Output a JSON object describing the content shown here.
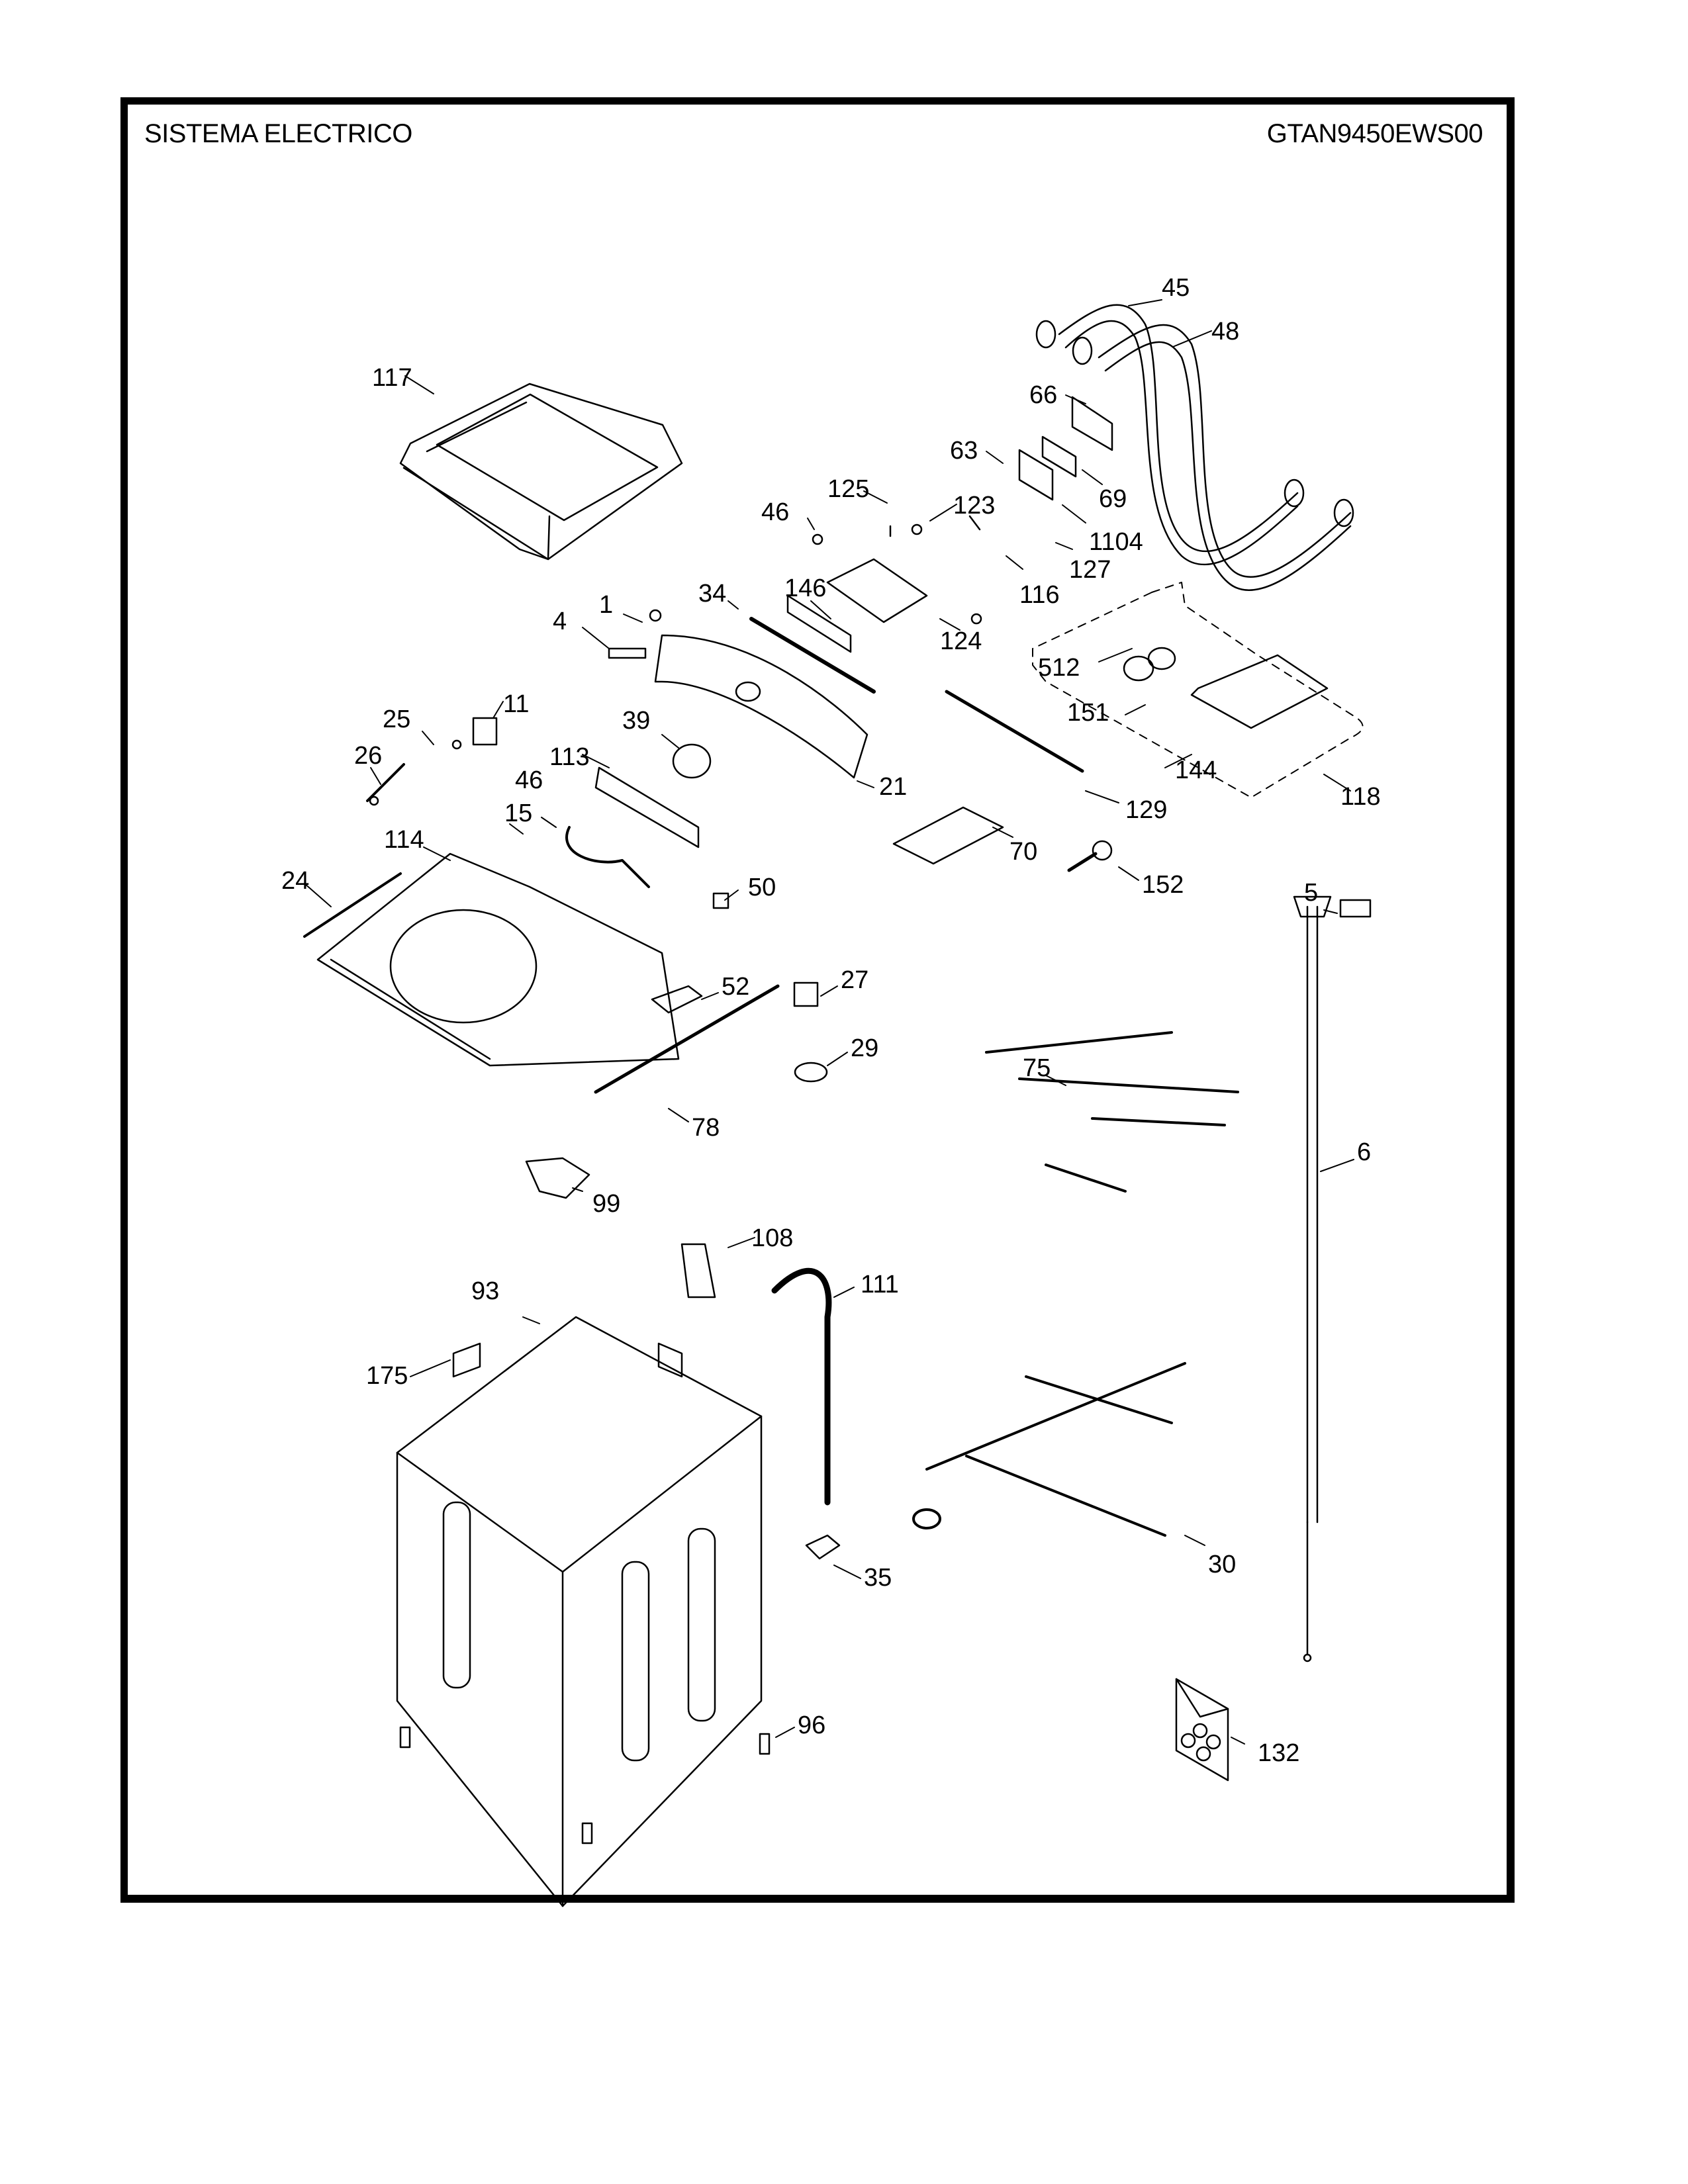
{
  "header": {
    "section_title": "SISTEMA ELECTRICO",
    "model_number": "GTAN9450EWS00"
  },
  "colors": {
    "line_art": "#000000",
    "background": "#ffffff"
  },
  "groups": {
    "valve_kit_dashed_group_callout": "118"
  },
  "callouts": [
    {
      "id": "c45",
      "label": "45",
      "part": "inlet-hose-a"
    },
    {
      "id": "c48",
      "label": "48",
      "part": "inlet-hose-b"
    },
    {
      "id": "c117",
      "label": "117",
      "part": "lid"
    },
    {
      "id": "c66",
      "label": "66",
      "part": "control-board-bracket"
    },
    {
      "id": "c63",
      "label": "63",
      "part": "control-board-cover"
    },
    {
      "id": "c69",
      "label": "69",
      "part": "control-board"
    },
    {
      "id": "c125",
      "label": "125",
      "part": "lid-switch-actuator"
    },
    {
      "id": "c123",
      "label": "123",
      "part": "clip"
    },
    {
      "id": "c46a",
      "label": "46",
      "part": "nut"
    },
    {
      "id": "c1104",
      "label": "1104",
      "part": "screw"
    },
    {
      "id": "c127",
      "label": "127",
      "part": "switch-holder"
    },
    {
      "id": "c146",
      "label": "146",
      "part": "display-panel"
    },
    {
      "id": "c116",
      "label": "116",
      "part": "clip"
    },
    {
      "id": "c34",
      "label": "34",
      "part": "rod"
    },
    {
      "id": "c1",
      "label": "1",
      "part": "knob-insert"
    },
    {
      "id": "c124",
      "label": "124",
      "part": "dispenser-housing"
    },
    {
      "id": "c4",
      "label": "4",
      "part": "badge"
    },
    {
      "id": "c512",
      "label": "512",
      "part": "screws"
    },
    {
      "id": "c11",
      "label": "11",
      "part": "water-valve"
    },
    {
      "id": "c151",
      "label": "151",
      "part": "inlet-valve"
    },
    {
      "id": "c25",
      "label": "25",
      "part": "clamp"
    },
    {
      "id": "c39",
      "label": "39",
      "part": "knob"
    },
    {
      "id": "c26",
      "label": "26",
      "part": "tube"
    },
    {
      "id": "c113",
      "label": "113",
      "part": "dispenser-drawer"
    },
    {
      "id": "c21",
      "label": "21",
      "part": "control-console"
    },
    {
      "id": "c144",
      "label": "144",
      "part": "mounting-plate"
    },
    {
      "id": "c118",
      "label": "118",
      "part": "valve-kit-group"
    },
    {
      "id": "c129",
      "label": "129",
      "part": "rod"
    },
    {
      "id": "c46b",
      "label": "46",
      "part": "nut"
    },
    {
      "id": "c15",
      "label": "15",
      "part": "hose-fitting"
    },
    {
      "id": "c70",
      "label": "70",
      "part": "label-sheet"
    },
    {
      "id": "c114",
      "label": "114",
      "part": "top-cover"
    },
    {
      "id": "c152",
      "label": "152",
      "part": "pressure-sensor"
    },
    {
      "id": "c24",
      "label": "24",
      "part": "harness-short"
    },
    {
      "id": "c50",
      "label": "50",
      "part": "micro-switch"
    },
    {
      "id": "c5",
      "label": "5",
      "part": "connector"
    },
    {
      "id": "c27",
      "label": "27",
      "part": "lid-lock"
    },
    {
      "id": "c52",
      "label": "52",
      "part": "bracket"
    },
    {
      "id": "c29",
      "label": "29",
      "part": "pressure-switch"
    },
    {
      "id": "c75",
      "label": "75",
      "part": "wire-harness-upper"
    },
    {
      "id": "c78",
      "label": "78",
      "part": "harness-bundle"
    },
    {
      "id": "c6",
      "label": "6",
      "part": "power-cord"
    },
    {
      "id": "c99",
      "label": "99",
      "part": "lock-assembly"
    },
    {
      "id": "c108",
      "label": "108",
      "part": "drain-pump-cover"
    },
    {
      "id": "c111",
      "label": "111",
      "part": "drain-hose"
    },
    {
      "id": "c93",
      "label": "93",
      "part": "cabinet"
    },
    {
      "id": "c175",
      "label": "175",
      "part": "label-pad"
    },
    {
      "id": "c35",
      "label": "35",
      "part": "cable-clip"
    },
    {
      "id": "c30",
      "label": "30",
      "part": "wire-harness-main"
    },
    {
      "id": "c96",
      "label": "96",
      "part": "leveling-foot"
    },
    {
      "id": "c132",
      "label": "132",
      "part": "foot-pad-kit"
    }
  ]
}
